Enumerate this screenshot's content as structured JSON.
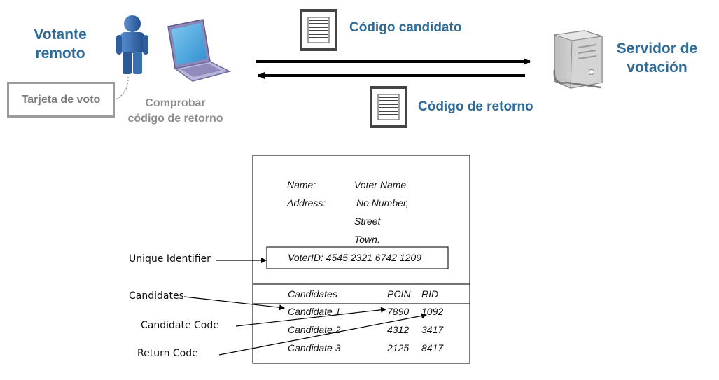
{
  "voter": {
    "title": "Votante\nremoto"
  },
  "ballot_card_label": "Tarjeta de voto",
  "check_code_label": "Comprobar\ncódigo de retorno",
  "candidate_code_label": "Código candidato",
  "return_code_label": "Código de retorno",
  "server": {
    "title": "Servidor de\nvotación"
  },
  "card": {
    "name_label": "Name:",
    "name_value": "Voter Name",
    "address_label": "Address:",
    "address_line1": "No Number,",
    "address_line2": "Street",
    "address_line3": "Town.",
    "voter_id": "VoterID: 4545 2321 6742 1209",
    "table_headers": [
      "Candidates",
      "PCIN",
      "RID"
    ],
    "rows": [
      [
        "Candidate 1",
        "7890",
        "1092"
      ],
      [
        "Candidate 2",
        "4312",
        "3417"
      ],
      [
        "Candidate 3",
        "2125",
        "8417"
      ]
    ]
  },
  "annotations": {
    "unique_identifier": "Unique Identifier",
    "candidates": "Candidates",
    "candidate_code": "Candidate Code",
    "return_code": "Return Code"
  },
  "icons": [
    "person-icon",
    "laptop-icon",
    "document-icon",
    "server-computer-icon"
  ],
  "colors": {
    "title_blue": "#2f6b96",
    "person_blue": "#3a6fb2",
    "gray_text": "#8c8c8c"
  }
}
